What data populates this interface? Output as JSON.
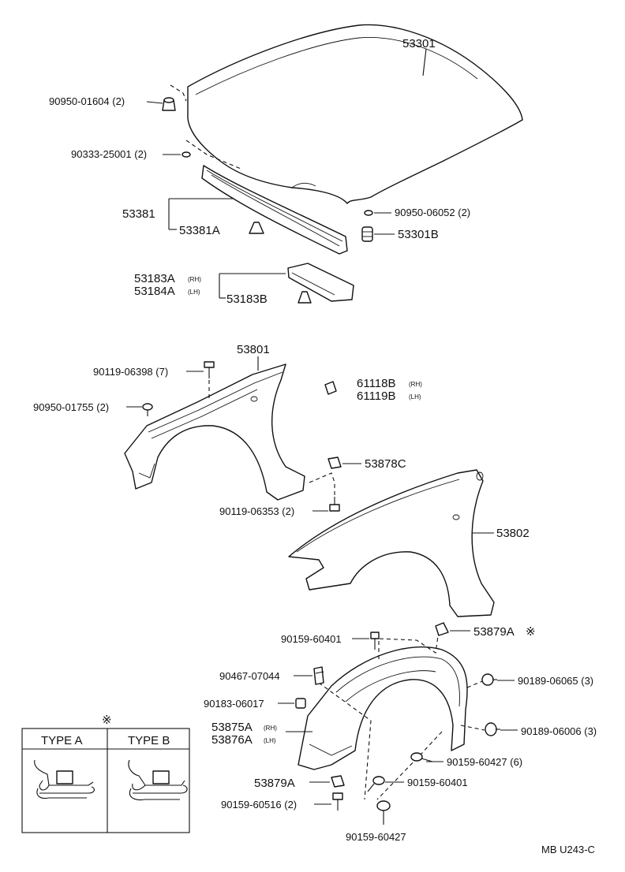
{
  "hood_group": {
    "hood": "53301",
    "hood_cushion": "90950-01604 (2)",
    "hood_clip": "90333-25001 (2)",
    "weatherstrip": "53381",
    "weatherstrip_clip": "53381A",
    "hood_plug": "90950-06052 (2)",
    "hood_bumper": "53301B",
    "seal_rh_part": "53183A",
    "seal_rh_tag": "(RH)",
    "seal_lh_part": "53184A",
    "seal_lh_tag": "(LH)",
    "seal_clip": "53183B"
  },
  "fender_group": {
    "fender_lh": "53801",
    "fender_bolt": "90119-06398 (7)",
    "fender_plug": "90950-01755 (2)",
    "bracket_rh_part": "61118B",
    "bracket_rh_tag": "(RH)",
    "bracket_lh_part": "61119B",
    "bracket_lh_tag": "(LH)",
    "fender_nut": "53878C",
    "fender_bolt_2": "90119-06353 (2)",
    "fender_rh": "53802"
  },
  "liner_group": {
    "screw_top": "90159-60401",
    "clip_type": "53879A",
    "clip_mark": "※",
    "clip_side": "90467-07044",
    "grommet": "90183-06017",
    "clip_right_1": "90189-06065 (3)",
    "liner_rh_part": "53875A",
    "liner_rh_tag": "(RH)",
    "liner_lh_part": "53876A",
    "liner_lh_tag": "(LH)",
    "clip_right_2": "90189-06006 (3)",
    "screw_right": "90159-60427 (6)",
    "clip_bottom": "53879A",
    "screw_mid": "90159-60401",
    "screw_left": "90159-60516 (2)",
    "screw_bottom": "90159-60427"
  },
  "type_box": {
    "mark": "※",
    "type_a": "TYPE A",
    "type_b": "TYPE B"
  },
  "diagram_code": "MB U243-C"
}
